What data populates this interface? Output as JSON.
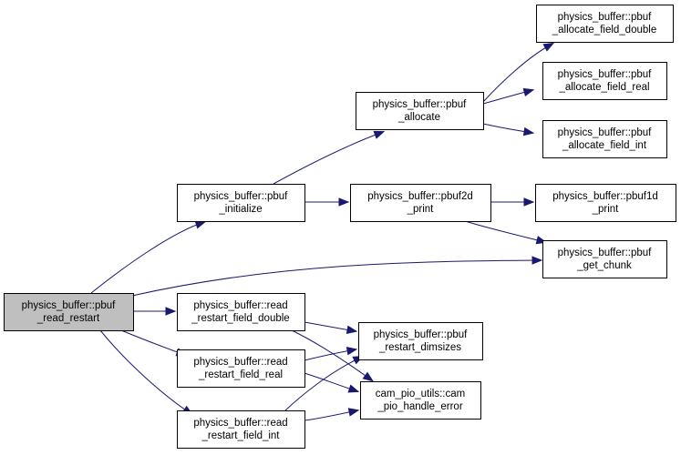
{
  "colors": {
    "focus_fill": "#bfbfbf",
    "node_fill": "#ffffff",
    "border": "#000000",
    "edge": "#191970"
  },
  "nodes": [
    {
      "id": "read_restart",
      "lines": [
        "physics_buffer::pbuf",
        "_read_restart"
      ],
      "focus": true
    },
    {
      "id": "initialize",
      "lines": [
        "physics_buffer::pbuf",
        "_initialize"
      ]
    },
    {
      "id": "allocate",
      "lines": [
        "physics_buffer::pbuf",
        "_allocate"
      ]
    },
    {
      "id": "pbuf2d_print",
      "lines": [
        "physics_buffer::pbuf2d",
        "_print"
      ]
    },
    {
      "id": "allocate_field_double",
      "lines": [
        "physics_buffer::pbuf",
        "_allocate_field_double"
      ]
    },
    {
      "id": "allocate_field_real",
      "lines": [
        "physics_buffer::pbuf",
        "_allocate_field_real"
      ]
    },
    {
      "id": "allocate_field_int",
      "lines": [
        "physics_buffer::pbuf",
        "_allocate_field_int"
      ]
    },
    {
      "id": "pbuf1d_print",
      "lines": [
        "physics_buffer::pbuf1d",
        "_print"
      ]
    },
    {
      "id": "get_chunk",
      "lines": [
        "physics_buffer::pbuf",
        "_get_chunk"
      ]
    },
    {
      "id": "read_restart_field_double",
      "lines": [
        "physics_buffer::read",
        "_restart_field_double"
      ]
    },
    {
      "id": "read_restart_field_real",
      "lines": [
        "physics_buffer::read",
        "_restart_field_real"
      ]
    },
    {
      "id": "read_restart_field_int",
      "lines": [
        "physics_buffer::read",
        "_restart_field_int"
      ]
    },
    {
      "id": "restart_dimsizes",
      "lines": [
        "physics_buffer::pbuf",
        "_restart_dimsizes"
      ]
    },
    {
      "id": "handle_error",
      "lines": [
        "cam_pio_utils::cam",
        "_pio_handle_error"
      ]
    }
  ],
  "edges": [
    {
      "from": "read_restart",
      "to": "initialize"
    },
    {
      "from": "read_restart",
      "to": "get_chunk"
    },
    {
      "from": "read_restart",
      "to": "read_restart_field_double"
    },
    {
      "from": "read_restart",
      "to": "read_restart_field_real"
    },
    {
      "from": "read_restart",
      "to": "read_restart_field_int"
    },
    {
      "from": "initialize",
      "to": "allocate"
    },
    {
      "from": "initialize",
      "to": "pbuf2d_print"
    },
    {
      "from": "allocate",
      "to": "allocate_field_double"
    },
    {
      "from": "allocate",
      "to": "allocate_field_real"
    },
    {
      "from": "allocate",
      "to": "allocate_field_int"
    },
    {
      "from": "pbuf2d_print",
      "to": "pbuf1d_print"
    },
    {
      "from": "pbuf2d_print",
      "to": "get_chunk"
    },
    {
      "from": "read_restart_field_double",
      "to": "restart_dimsizes"
    },
    {
      "from": "read_restart_field_double",
      "to": "handle_error"
    },
    {
      "from": "read_restart_field_real",
      "to": "restart_dimsizes"
    },
    {
      "from": "read_restart_field_real",
      "to": "handle_error"
    },
    {
      "from": "read_restart_field_int",
      "to": "restart_dimsizes"
    },
    {
      "from": "read_restart_field_int",
      "to": "handle_error"
    }
  ]
}
